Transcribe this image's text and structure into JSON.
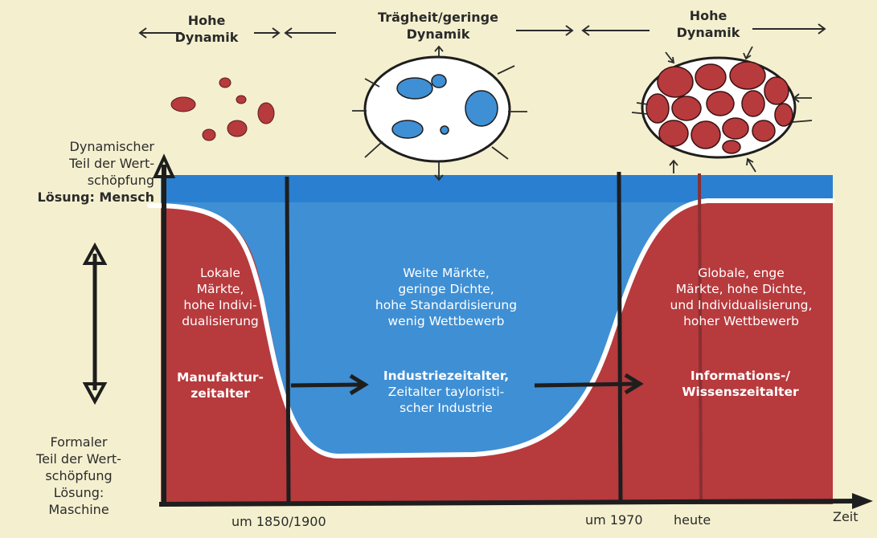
{
  "dynamics": {
    "left": [
      "Hohe",
      "Dynamik"
    ],
    "middle": [
      "Trägheit/geringe",
      "Dynamik"
    ],
    "right": [
      "Hohe",
      "Dynamik"
    ]
  },
  "y_axis": {
    "top_label": [
      "Dynamischer",
      "Teil der Wert-",
      "schöpfung"
    ],
    "top_solution": "Lösung: Mensch",
    "bottom_label": [
      "Formaler",
      "Teil der Wert-",
      "schöpfung",
      "Lösung:",
      "Maschine"
    ]
  },
  "phases": {
    "left": {
      "description": [
        "Lokale",
        "Märkte,",
        "hohe Indivi-",
        "dualisierung"
      ],
      "era": [
        "Manufaktur-",
        "zeitalter"
      ]
    },
    "middle": {
      "description": [
        "Weite Märkte,",
        "geringe Dichte,",
        "hohe Standardisierung",
        "wenig Wettbewerb"
      ],
      "era_bold": "Industriezeitalter,",
      "era_rest": [
        "Zeitalter tayloristi-",
        "scher Industrie"
      ]
    },
    "right": {
      "description": [
        "Globale, enge",
        "Märkte, hohe Dichte,",
        "und Individualisierung,",
        "hoher Wettbewerb"
      ],
      "era": [
        "Informations-/",
        "Wissenszeitalter"
      ]
    }
  },
  "x_axis": {
    "ticks": [
      "um 1850/1900",
      "um 1970",
      "heute"
    ],
    "label": "Zeit"
  },
  "colors": {
    "background": "#f4f0cf",
    "blue": "#3f8fd4",
    "blue_band": "#2a7fd0",
    "red": "#b73a3d",
    "ink": "#1e1e1e",
    "white": "#ffffff"
  }
}
